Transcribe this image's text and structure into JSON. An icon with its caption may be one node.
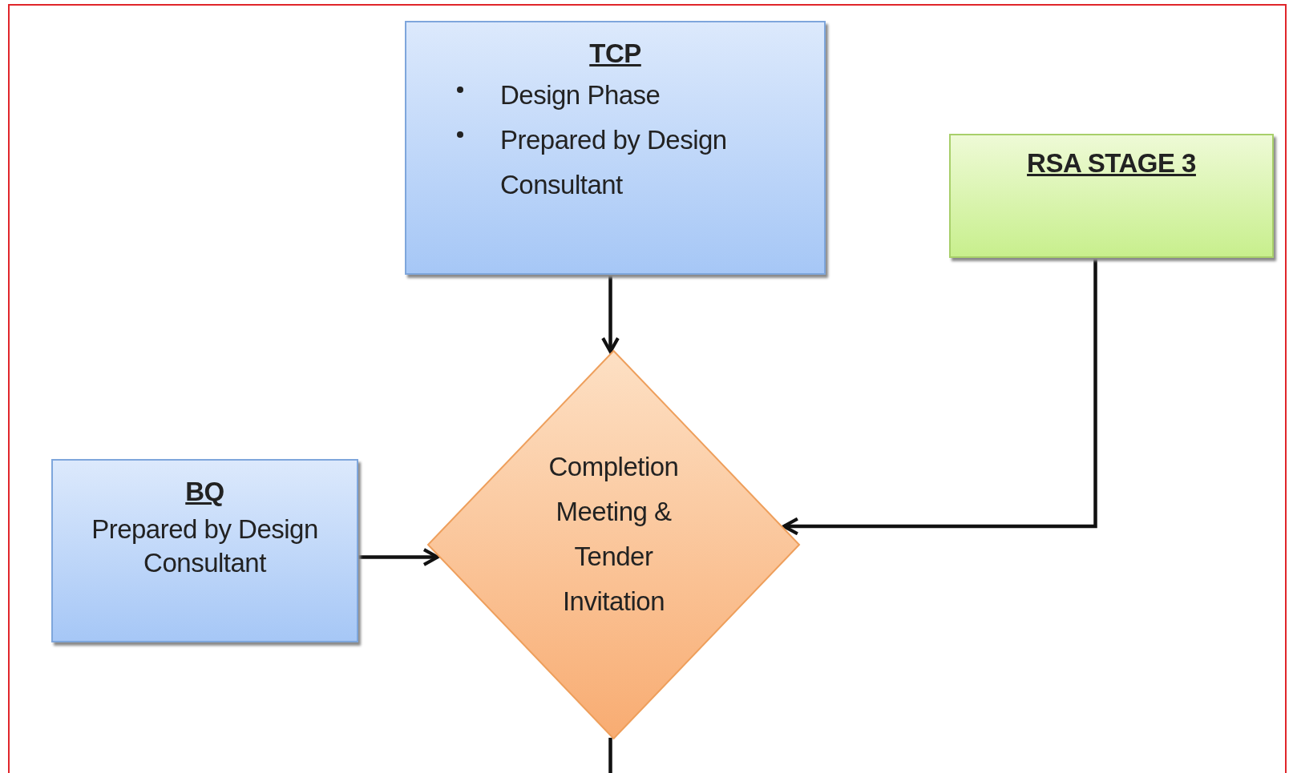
{
  "diagram": {
    "nodes": [
      {
        "text": [
          "TCP",
          "Design Phase",
          "Prepared by Design Consultant"
        ]
      },
      {
        "text": [
          "RSA STAGE 3"
        ]
      },
      {
        "text": [
          "BQ",
          "Prepared by Design Consultant"
        ]
      },
      {
        "text": [
          "Completion Meeting & Tender Invitation"
        ]
      }
    ],
    "edges": [
      {
        "from": 0,
        "to": 3,
        "arrow": "to"
      },
      {
        "from": 1,
        "to": 3,
        "arrow": "to"
      },
      {
        "from": 2,
        "to": 3,
        "arrow": "to"
      },
      {
        "from": 3,
        "to": null,
        "arrow": "none"
      }
    ]
  }
}
